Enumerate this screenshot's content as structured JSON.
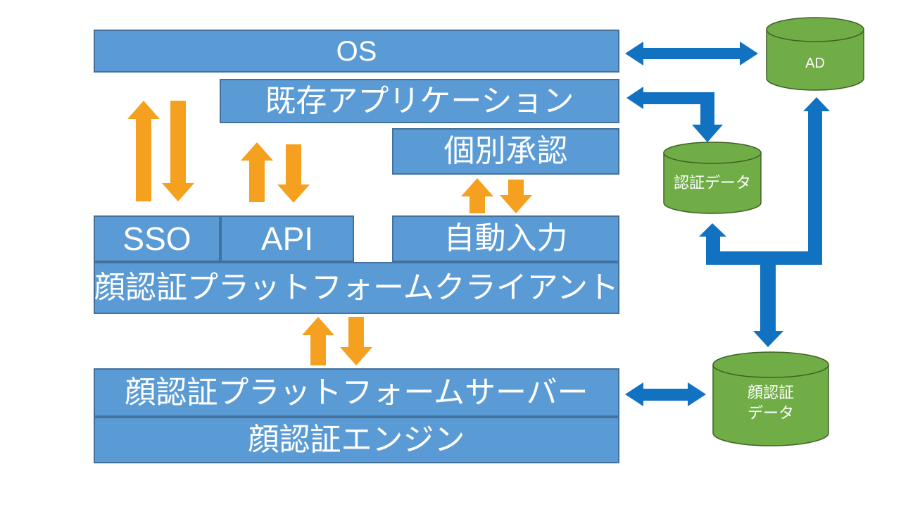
{
  "diagram": {
    "boxes": {
      "os": "OS",
      "existing_app": "既存アプリケーション",
      "individual_approval": "個別承認",
      "sso": "SSO",
      "api": "API",
      "auto_input": "自動入力",
      "client": "顔認証プラットフォームクライアント",
      "server": "顔認証プラットフォームサーバー",
      "engine": "顔認証エンジン"
    },
    "databases": {
      "ad": "AD",
      "auth_data": "認証データ",
      "face_data_line1": "顔認証",
      "face_data_line2": "データ"
    },
    "colors": {
      "box_fill": "#5B9BD5",
      "box_border": "#41719C",
      "cylinder_fill": "#70AD47",
      "cylinder_border": "#3F6326",
      "orange_arrow": "#F5A01E",
      "blue_arrow": "#1272C2",
      "label_text": "#FFFFFF"
    }
  }
}
